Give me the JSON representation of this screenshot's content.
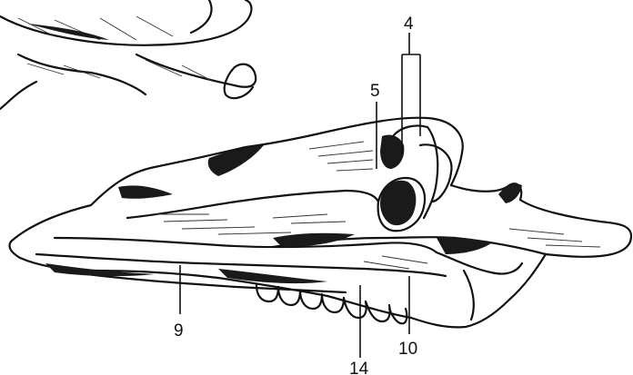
{
  "labels": {
    "l4": "4",
    "l5": "5",
    "l9": "9",
    "l10": "10",
    "l14": "14"
  }
}
